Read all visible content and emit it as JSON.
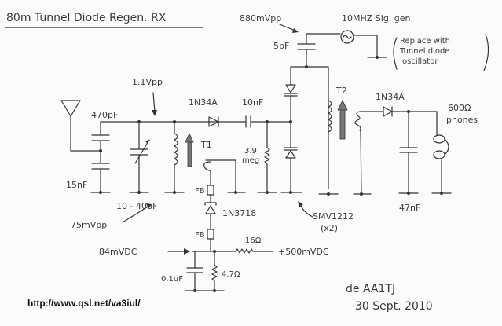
{
  "title": "80m Tunnel Diode Regen. RX",
  "signal_generator": {
    "label": "10MHZ Sig. gen",
    "note_lines": [
      "Replace with",
      "Tunnel diode",
      "oscillator"
    ]
  },
  "measurements": {
    "top": "880mVpp",
    "antenna_node": "1.1Vpp",
    "tunnel_diode": "75mVpp",
    "bias_node": "84mVDC",
    "supply": "+500mVDC"
  },
  "components": {
    "c_coupling_top": "5pF",
    "c_antenna_top": "470pF",
    "c_antenna_bottom": "15nF",
    "c_variable": "10 - 40pF",
    "d_detector_1": "1N34A",
    "c_series": "10nF",
    "r_bias": "3.9 meg",
    "varactor": "SMV1212",
    "varactor_qty": "(x2)",
    "t1": "T1",
    "t2": "T2",
    "ferrite_bead_1": "FB",
    "ferrite_bead_2": "FB",
    "tunnel_diode": "1N3718",
    "d_detector_2": "1N34A",
    "c_audio": "47nF",
    "phones_line1": "600Ω",
    "phones_line2": "phones",
    "r_series": "16Ω",
    "r_shunt": "4.7Ω",
    "c_bypass": "0.1uF"
  },
  "signature": {
    "author": "de AA1TJ",
    "date": "30 Sept. 2010"
  },
  "url": "http://www.qsl.net/va3iul/"
}
